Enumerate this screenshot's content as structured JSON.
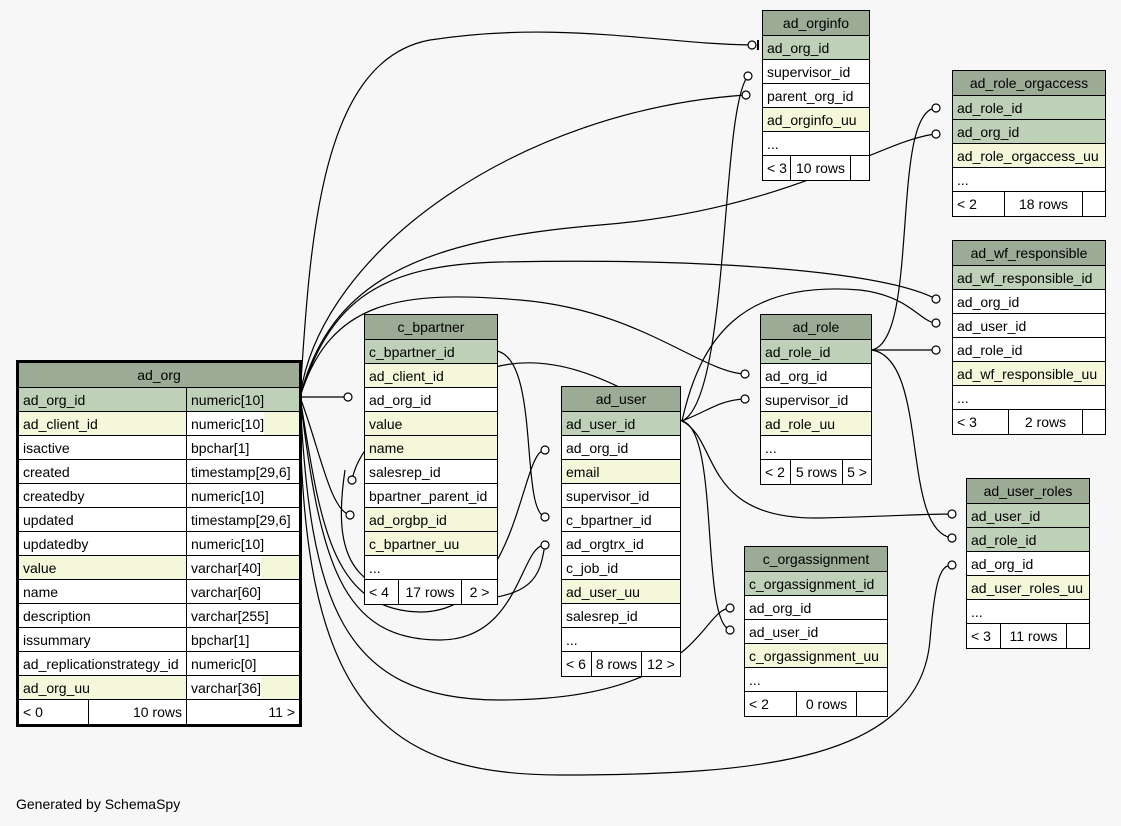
{
  "footer_text": "Generated by SchemaSpy",
  "tables": {
    "ad_org": {
      "name": "ad_org",
      "columns": [
        {
          "name": "ad_org_id",
          "type": "numeric[10]"
        },
        {
          "name": "ad_client_id",
          "type": "numeric[10]"
        },
        {
          "name": "isactive",
          "type": "bpchar[1]"
        },
        {
          "name": "created",
          "type": "timestamp[29,6]"
        },
        {
          "name": "createdby",
          "type": "numeric[10]"
        },
        {
          "name": "updated",
          "type": "timestamp[29,6]"
        },
        {
          "name": "updatedby",
          "type": "numeric[10]"
        },
        {
          "name": "value",
          "type": "varchar[40]"
        },
        {
          "name": "name",
          "type": "varchar[60]"
        },
        {
          "name": "description",
          "type": "varchar[255]"
        },
        {
          "name": "issummary",
          "type": "bpchar[1]"
        },
        {
          "name": "ad_replicationstrategy_id",
          "type": "numeric[0]"
        },
        {
          "name": "ad_org_uu",
          "type": "varchar[36]"
        }
      ],
      "footer": {
        "parents": "< 0",
        "rows": "10 rows",
        "children": "11 >"
      }
    },
    "c_bpartner": {
      "name": "c_bpartner",
      "columns": [
        "c_bpartner_id",
        "ad_client_id",
        "ad_org_id",
        "value",
        "name",
        "salesrep_id",
        "bpartner_parent_id",
        "ad_orgbp_id",
        "c_bpartner_uu",
        "..."
      ],
      "footer": {
        "parents": "< 4",
        "rows": "17 rows",
        "children": "2 >"
      }
    },
    "ad_user": {
      "name": "ad_user",
      "columns": [
        "ad_user_id",
        "ad_org_id",
        "email",
        "supervisor_id",
        "c_bpartner_id",
        "ad_orgtrx_id",
        "c_job_id",
        "ad_user_uu",
        "salesrep_id",
        "..."
      ],
      "footer": {
        "parents": "< 6",
        "rows": "8 rows",
        "children": "12 >"
      }
    },
    "ad_orginfo": {
      "name": "ad_orginfo",
      "columns": [
        "ad_org_id",
        "supervisor_id",
        "parent_org_id",
        "ad_orginfo_uu",
        "..."
      ],
      "footer": {
        "parents": "< 3",
        "rows": "10 rows",
        "children": ""
      }
    },
    "ad_role_orgaccess": {
      "name": "ad_role_orgaccess",
      "columns": [
        "ad_role_id",
        "ad_org_id",
        "ad_role_orgaccess_uu",
        "..."
      ],
      "footer": {
        "parents": "< 2",
        "rows": "18 rows",
        "children": ""
      }
    },
    "ad_wf_responsible": {
      "name": "ad_wf_responsible",
      "columns": [
        "ad_wf_responsible_id",
        "ad_org_id",
        "ad_user_id",
        "ad_role_id",
        "ad_wf_responsible_uu",
        "..."
      ],
      "footer": {
        "parents": "< 3",
        "rows": "2 rows",
        "children": ""
      }
    },
    "ad_role": {
      "name": "ad_role",
      "columns": [
        "ad_role_id",
        "ad_org_id",
        "supervisor_id",
        "ad_role_uu",
        "..."
      ],
      "footer": {
        "parents": "< 2",
        "rows": "5 rows",
        "children": "5 >"
      }
    },
    "ad_user_roles": {
      "name": "ad_user_roles",
      "columns": [
        "ad_user_id",
        "ad_role_id",
        "ad_org_id",
        "ad_user_roles_uu",
        "..."
      ],
      "footer": {
        "parents": "< 3",
        "rows": "11 rows",
        "children": ""
      }
    },
    "c_orgassignment": {
      "name": "c_orgassignment",
      "columns": [
        "c_orgassignment_id",
        "ad_org_id",
        "ad_user_id",
        "c_orgassignment_uu",
        "..."
      ],
      "footer": {
        "parents": "< 2",
        "rows": "0 rows",
        "children": ""
      }
    }
  },
  "colors": {
    "header": "#9bab96",
    "primary_key": "#bed1b8",
    "indexed": "#f4f7da",
    "background": "#f7f7f7"
  }
}
